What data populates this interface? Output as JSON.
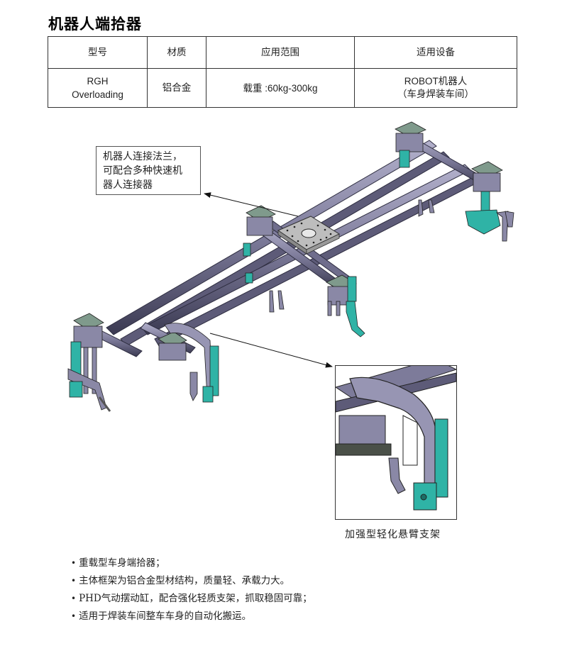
{
  "title": "机器人端拾器",
  "spec_table": {
    "headers": [
      "型号",
      "材质",
      "应用范围",
      "适用设备"
    ],
    "row": {
      "model_line1": "RGH",
      "model_line2": "Overloading",
      "material": "铝合金",
      "application": "载重 :60kg-300kg",
      "equipment_line1": "ROBOT机器人",
      "equipment_line2": "（车身焊装车间）"
    }
  },
  "callouts": {
    "flange": {
      "lines": [
        "机器人连接法兰，",
        "可配合多种快速机",
        "器人连接器"
      ]
    },
    "inset_caption": "加强型轻化悬臂支架"
  },
  "features": [
    "重载型车身端拾器；",
    "主体框架为铝合金型材结构，质量轻、承载力大。",
    "PHD气动摆动缸，配合强化轻质支架，抓取稳固可靠；",
    "适用于焊装车间整车车身的自动化搬运。"
  ],
  "bullet": "•",
  "colors": {
    "frame": "#8c8aa8",
    "frame_dark": "#3a3a4e",
    "plate": "#7f9a8c",
    "flange": "#b9b9b9",
    "cylinder": "#2fb3a6"
  }
}
